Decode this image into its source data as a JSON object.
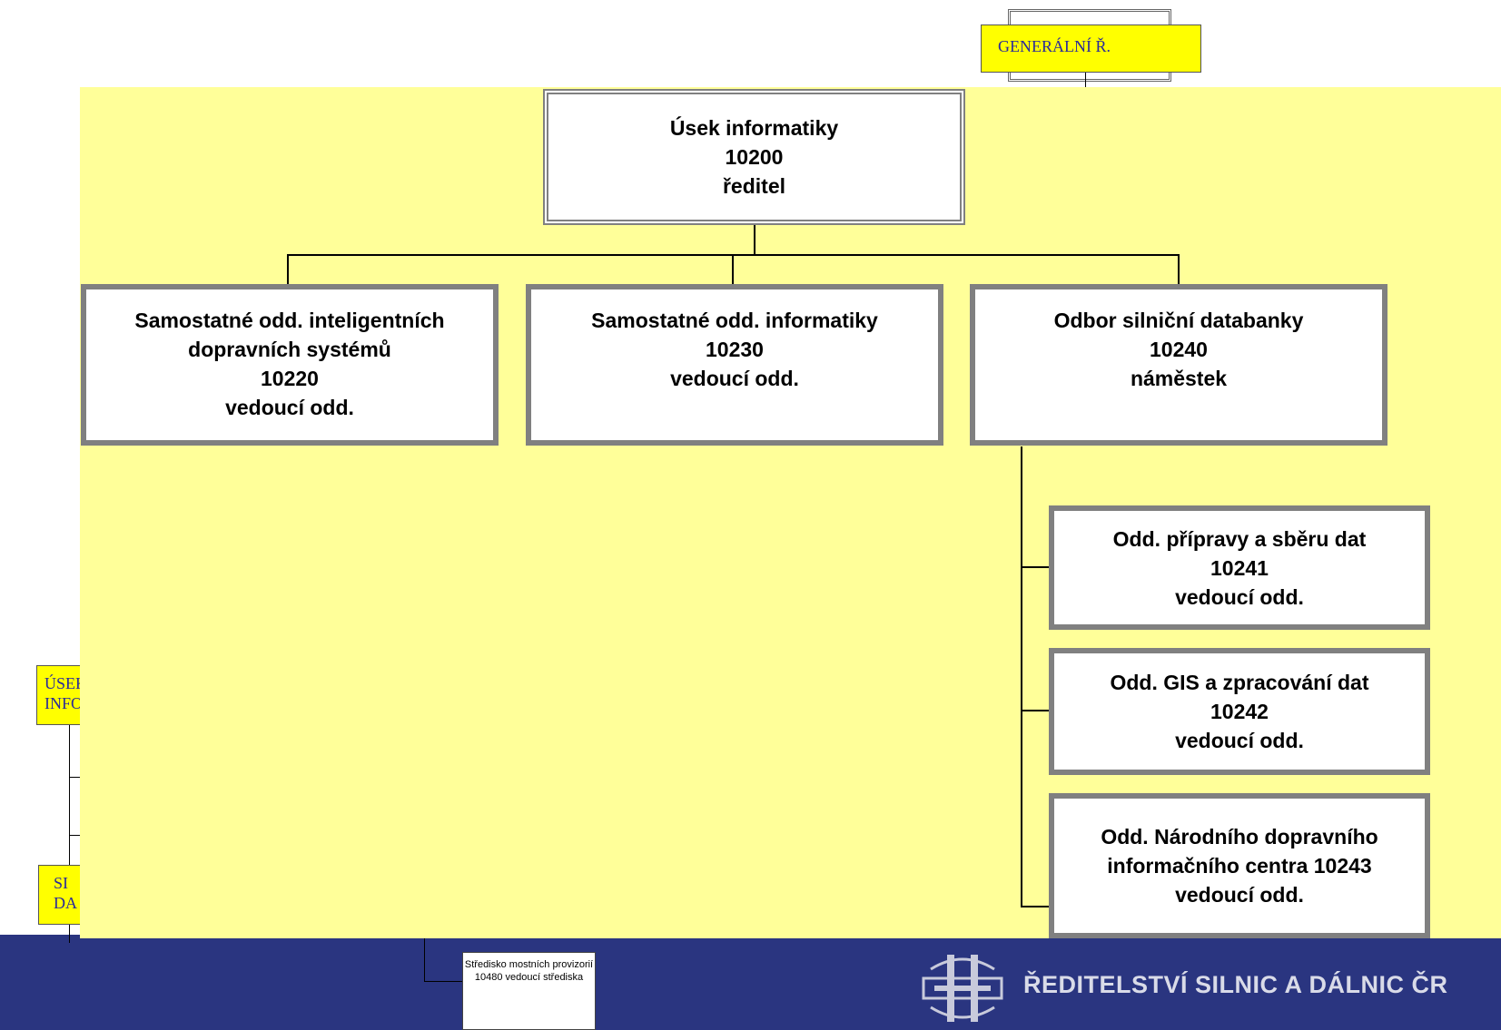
{
  "background_boxes": {
    "general": "GENERÁLNÍ Ř.",
    "usek_line1": "ÚSEK",
    "usek_line2": "INFO",
    "si_line1": "SI",
    "si_line2": "DA",
    "small_box": "Středisko mostních provizorií  10480 vedoucí střediska"
  },
  "org": {
    "root": {
      "line1": "Úsek informatiky",
      "line2": "10200",
      "line3": "ředitel"
    },
    "units": [
      {
        "line1": "Samostatné odd. inteligentních",
        "line2": "dopravních systémů",
        "line3": "10220",
        "line4": "vedoucí odd."
      },
      {
        "line1": "Samostatné odd. informatiky",
        "line2": "10230",
        "line3": "vedoucí odd."
      },
      {
        "line1": "Odbor silniční databanky",
        "line2": "10240",
        "line3": "náměstek"
      }
    ],
    "subunits": [
      {
        "line1": "Odd. přípravy a sběru dat",
        "line2": "10241",
        "line3": "vedoucí odd."
      },
      {
        "line1": "Odd. GIS a zpracování dat",
        "line2": "10242",
        "line3": "vedoucí odd."
      },
      {
        "line1": "Odd. Národního dopravního",
        "line2": "informačního centra 10243",
        "line3": "vedoucí odd."
      }
    ]
  },
  "brand": {
    "text": "ŘEDITELSTVÍ SILNIC A DÁLNIC ČR"
  },
  "colors": {
    "panel": "#ffff99",
    "band": "#2a3580",
    "box_border": "#808080",
    "label_yellow": "#ffff00"
  }
}
